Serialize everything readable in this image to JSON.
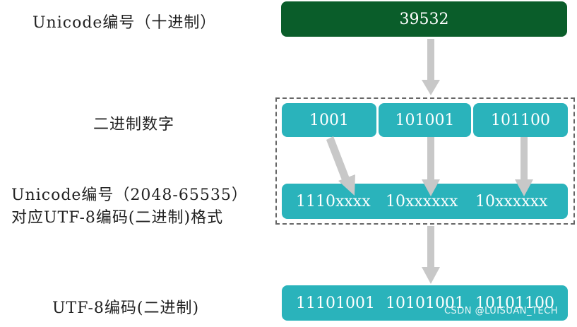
{
  "labels": {
    "unicode_decimal": "Unicode编号（十进制）",
    "binary_digits": "二进制数字",
    "format_line1": "Unicode编号（2048-65535）",
    "format_line2": "对应UTF-8编码(二进制)格式",
    "utf8_binary": "UTF-8编码(二进制)"
  },
  "decimal_value": "39532",
  "binary_groups": [
    "1001",
    "101001",
    "101100"
  ],
  "format_segments": [
    "1110xxxx",
    "10xxxxxx",
    "10xxxxxx"
  ],
  "result_segments": [
    "11101001",
    "10101001",
    "10101100"
  ],
  "watermark": "CSDN @LUISUAN_TECH",
  "colors": {
    "green_box": "#0a5d2a",
    "teal_box": "#2ab3bb",
    "arrow": "#c8c8c8",
    "dashed_border": "#666666"
  }
}
